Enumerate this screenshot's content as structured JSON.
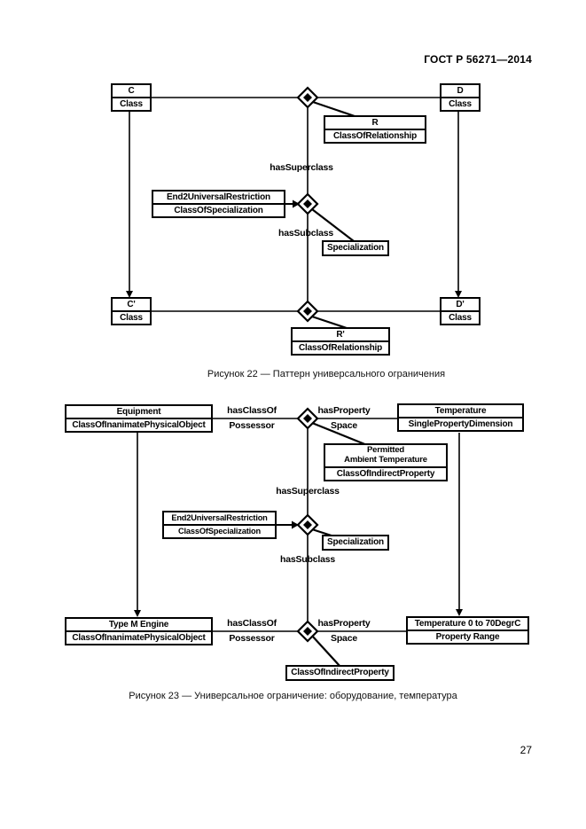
{
  "header": {
    "doc_code": "ГОСТ Р 56271—2014",
    "page_number": "27"
  },
  "figure22": {
    "caption": "Рисунок 22 — Паттерн универсального ограничения",
    "labels": {
      "has_superclass": "hasSuperclass",
      "has_subclass": "hasSubclass"
    },
    "nodes": {
      "c": {
        "title": "C",
        "type": "Class"
      },
      "d": {
        "title": "D",
        "type": "Class"
      },
      "r": {
        "title": "R",
        "type": "ClassOfRelationship"
      },
      "restriction": {
        "title": "End2UniversalRestriction",
        "type": "ClassOfSpecialization"
      },
      "specialization": "Specialization",
      "c_prime": {
        "title": "C'",
        "type": "Class"
      },
      "d_prime": {
        "title": "D'",
        "type": "Class"
      },
      "r_prime": {
        "title": "R'",
        "type": "ClassOfRelationship"
      }
    }
  },
  "figure23": {
    "caption": "Рисунок 23 — Универсальное ограничение: оборудование, температура",
    "labels": {
      "has_superclass": "hasSuperclass",
      "has_subclass": "hasSubclass",
      "has_class_of": "hasClassOf",
      "possessor": "Possessor",
      "has_property": "hasProperty",
      "space": "Space"
    },
    "nodes": {
      "equipment": {
        "title": "Equipment",
        "type": "ClassOfInanimatePhysicalObject"
      },
      "temperature": {
        "title": "Temperature",
        "type": "SinglePropertyDimension"
      },
      "permitted_ambient": {
        "title_line1": "Permitted",
        "title_line2": "Ambient Temperature",
        "type": "ClassOfIndirectProperty"
      },
      "restriction": {
        "title": "End2UniversalRestriction",
        "type": "ClassOfSpecialization"
      },
      "specialization": "Specialization",
      "engine": {
        "title": "Type M Engine",
        "type": "ClassOfInanimatePhysicalObject"
      },
      "temperature_range": {
        "title": "Temperature 0 to 70DegrC",
        "type": "Property Range"
      },
      "indirect_property": "ClassOfIndirectProperty"
    }
  }
}
